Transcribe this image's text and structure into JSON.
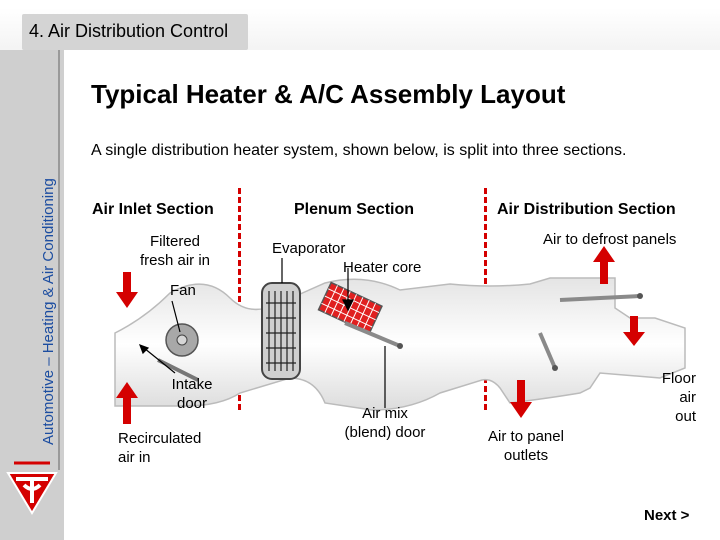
{
  "header": {
    "tab_label": "4. Air Distribution Control"
  },
  "sidebar": {
    "course_title": "Automotive – Heating & Air Conditioning"
  },
  "slide": {
    "title": "Typical Heater & A/C Assembly Layout",
    "intro": "A single distribution heater system, shown below, is split into three sections."
  },
  "sections": {
    "inlet": "Air Inlet Section",
    "plenum": "Plenum Section",
    "distribution": "Air Distribution Section"
  },
  "labels": {
    "filtered_line1": "Filtered",
    "filtered_line2": "fresh air in",
    "fan": "Fan",
    "intake_line1": "Intake",
    "intake_line2": "door",
    "recirc_line1": "Recirculated",
    "recirc_line2": "air in",
    "evaporator": "Evaporator",
    "heater_core": "Heater core",
    "airmix_line1": "Air mix",
    "airmix_line2": "(blend) door",
    "defrost": "Air to defrost panels",
    "floor_line1": "Floor",
    "floor_line2": "air",
    "floor_line3": "out",
    "panel_line1": "Air to panel",
    "panel_line2": "outlets"
  },
  "nav": {
    "next_label": "Next >"
  },
  "colors": {
    "tab": "#d4d4d4",
    "sidebar": "#cfcfcf",
    "sidebar_text": "#1c4da0",
    "divider": "#d40000",
    "arrow": "#d40000",
    "heater_core": "#e02020"
  }
}
